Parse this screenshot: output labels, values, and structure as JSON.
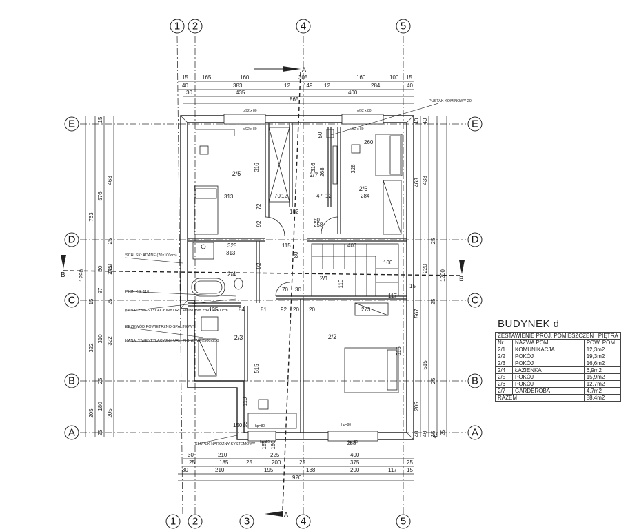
{
  "axes": {
    "vertical": [
      "1",
      "2",
      "3",
      "4",
      "5"
    ],
    "horizontal": [
      "E",
      "D",
      "C",
      "B",
      "A"
    ]
  },
  "section_marks": {
    "A": "A",
    "B": "B"
  },
  "dims_top": {
    "row1": [
      "15",
      "165",
      "160",
      "305",
      "160",
      "100",
      "15"
    ],
    "row2": [
      "40",
      "383",
      "12",
      "149",
      "12",
      "284",
      "40"
    ],
    "row3": [
      "30",
      "435",
      "400"
    ],
    "row4": [
      "865"
    ]
  },
  "dims_bottom": {
    "row1": [
      "30",
      "210",
      "225",
      "400"
    ],
    "row2": [
      "25",
      "185",
      "25",
      "200",
      "25",
      "375",
      "25"
    ],
    "row3": [
      "30",
      "210",
      "195",
      "138",
      "200",
      "117",
      "15"
    ],
    "row4": [
      "920"
    ]
  },
  "dims_left": {
    "total": "1290",
    "a": [
      "763",
      "322",
      "205"
    ],
    "b": [
      "576",
      "60",
      "97",
      "310",
      "180"
    ],
    "c": [
      "463",
      "245",
      "322",
      "205"
    ],
    "small": [
      "15",
      "25",
      "220",
      "15",
      "25",
      "25",
      "25"
    ]
  },
  "dims_right": {
    "total": "1290",
    "a": [
      "463",
      "567",
      "205"
    ],
    "b": [
      "438",
      "220",
      "515"
    ],
    "c": [
      "25",
      "25",
      "25",
      "25"
    ],
    "small": [
      "40",
      "40",
      "40",
      "40",
      "15",
      "40"
    ]
  },
  "rooms": [
    {
      "id": "2/5",
      "label": "2/5"
    },
    {
      "id": "2/7",
      "label": "2/7"
    },
    {
      "id": "2/6",
      "label": "2/6"
    },
    {
      "id": "2/4",
      "label": "2/4"
    },
    {
      "id": "2/1",
      "label": "2/1"
    },
    {
      "id": "2/3",
      "label": "2/3"
    },
    {
      "id": "2/2",
      "label": "2/2"
    }
  ],
  "interior_dims": [
    "316",
    "313",
    "316",
    "328",
    "260",
    "284",
    "70",
    "12",
    "47",
    "12",
    "92",
    "72",
    "325",
    "313",
    "115",
    "400",
    "92",
    "100",
    "135",
    "84",
    "81",
    "92",
    "20",
    "273",
    "515",
    "515",
    "110",
    "95",
    "150",
    "185",
    "180",
    "80",
    "110",
    "80",
    "70",
    "30",
    "117",
    "50",
    "20",
    "15",
    "268",
    "258",
    "182",
    "288"
  ],
  "window_tags": [
    "o/92 x 80",
    "o/92 x 80",
    "o/92 x 80",
    "o/92 x 80",
    "hp=80",
    "hp=80",
    "hp=80",
    "hp=80"
  ],
  "notes": {
    "chimney": "PUSTAK KOMINOWY 20",
    "ladder": "SCH. SKŁADANE (70x100cm)",
    "floor": "PION KS. 110",
    "vent1": "KANAŁY WENTYLACYJNY URL. PIONOWY 2x600x2500cm",
    "vent2": "PRZEWÓD POWIETRZNO-SPALINOWY",
    "vent3": "KANAŁY WENTYLACYJNY URL. PIONOWY 2500x250",
    "post": "SŁUPEK NAROŻNY SYSTEMOWY"
  },
  "legend": {
    "title": "BUDYNEK d",
    "subtitle": "ZESTAWIENIE PROJ. POMIESZCZEŃ I PIĘTRA",
    "headers": [
      "Nr",
      "NAZWA POM.",
      "POW. POM."
    ],
    "rows": [
      [
        "2/1",
        "KOMUNIKACJA",
        "12,3m2"
      ],
      [
        "2/2",
        "POKÓJ",
        "19,3m2"
      ],
      [
        "2/3",
        "POKÓJ",
        "16,6m2"
      ],
      [
        "2/4",
        "ŁAZIENKA",
        "6,9m2"
      ],
      [
        "2/5",
        "POKÓJ",
        "15,9m2"
      ],
      [
        "2/6",
        "POKÓJ",
        "12,7m2"
      ],
      [
        "2/7",
        "GARDEROBA",
        "4,7m2"
      ]
    ],
    "total": [
      "RAZEM",
      "88,4m2"
    ]
  },
  "colors": {
    "line": "#222222",
    "paper": "#ffffff"
  }
}
